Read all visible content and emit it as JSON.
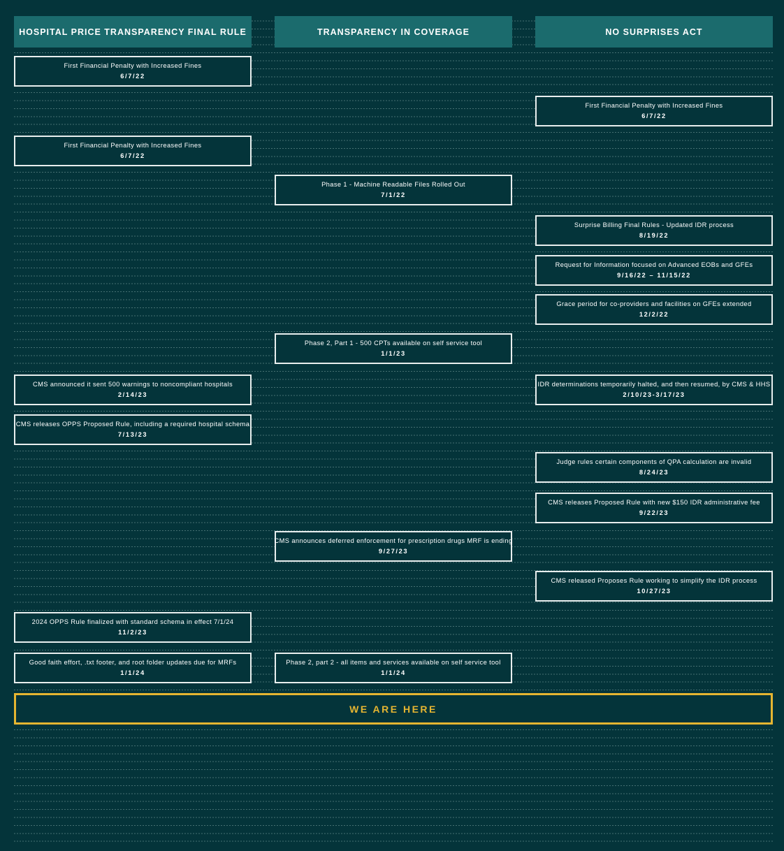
{
  "headers": {
    "col1": "HOSPITAL PRICE TRANSPARENCY FINAL RULE",
    "col2": "TRANSPARENCY IN COVERAGE",
    "col3": "NO SURPRISES ACT"
  },
  "events": {
    "e1": {
      "title": "First Financial Penalty with Increased Fines",
      "date": "6/7/22"
    },
    "e2": {
      "title": "First Financial Penalty with Increased Fines",
      "date": "6/7/22"
    },
    "e3": {
      "title": "First Financial Penalty with Increased Fines",
      "date": "6/7/22"
    },
    "e4": {
      "title": "Phase 1 - Machine Readable Files Rolled Out",
      "date": "7/1/22"
    },
    "e5": {
      "title": "Surprise Billing Final Rules - Updated IDR process",
      "date": "8/19/22"
    },
    "e6": {
      "title": "Request for Information focused on Advanced EOBs and GFEs",
      "date": "9/16/22 – 11/15/22"
    },
    "e7": {
      "title": "Grace period for co-providers and facilities on GFEs extended",
      "date": "12/2/22"
    },
    "e8": {
      "title": "Phase 2, Part 1 - 500 CPTs available on self service tool",
      "date": "1/1/23"
    },
    "e9": {
      "title": "CMS announced it sent 500 warnings to noncompliant hospitals",
      "date": "2/14/23"
    },
    "e10": {
      "title": "IDR determinations temporarily halted, and then resumed, by CMS & HHS",
      "date": "2/10/23-3/17/23"
    },
    "e11": {
      "title": "CMS releases OPPS Proposed Rule, including a required hospital schema",
      "date": "7/13/23"
    },
    "e12": {
      "title": "Judge rules certain components of QPA calculation are invalid",
      "date": "8/24/23"
    },
    "e13": {
      "title": "CMS releases Proposed Rule with new $150 IDR administrative fee",
      "date": "9/22/23"
    },
    "e14": {
      "title": "CMS announces deferred enforcement for prescription drugs MRF is ending",
      "date": "9/27/23"
    },
    "e15": {
      "title": "CMS released Proposes Rule working to simplify the IDR process",
      "date": "10/27/23"
    },
    "e16": {
      "title": "2024 OPPS Rule finalized with standard schema in effect 7/1/24",
      "date": "11/2/23"
    },
    "e17": {
      "title": "Good faith effort, .txt footer, and root folder updates due for MRFs",
      "date": "1/1/24"
    },
    "e18": {
      "title": "Phase 2, part 2 - all items and services available on self service tool",
      "date": "1/1/24"
    }
  },
  "marker": {
    "label": "WE ARE HERE"
  },
  "colors": {
    "background": "#04343a",
    "header": "#1b6b6d",
    "marker": "#e5b531"
  }
}
